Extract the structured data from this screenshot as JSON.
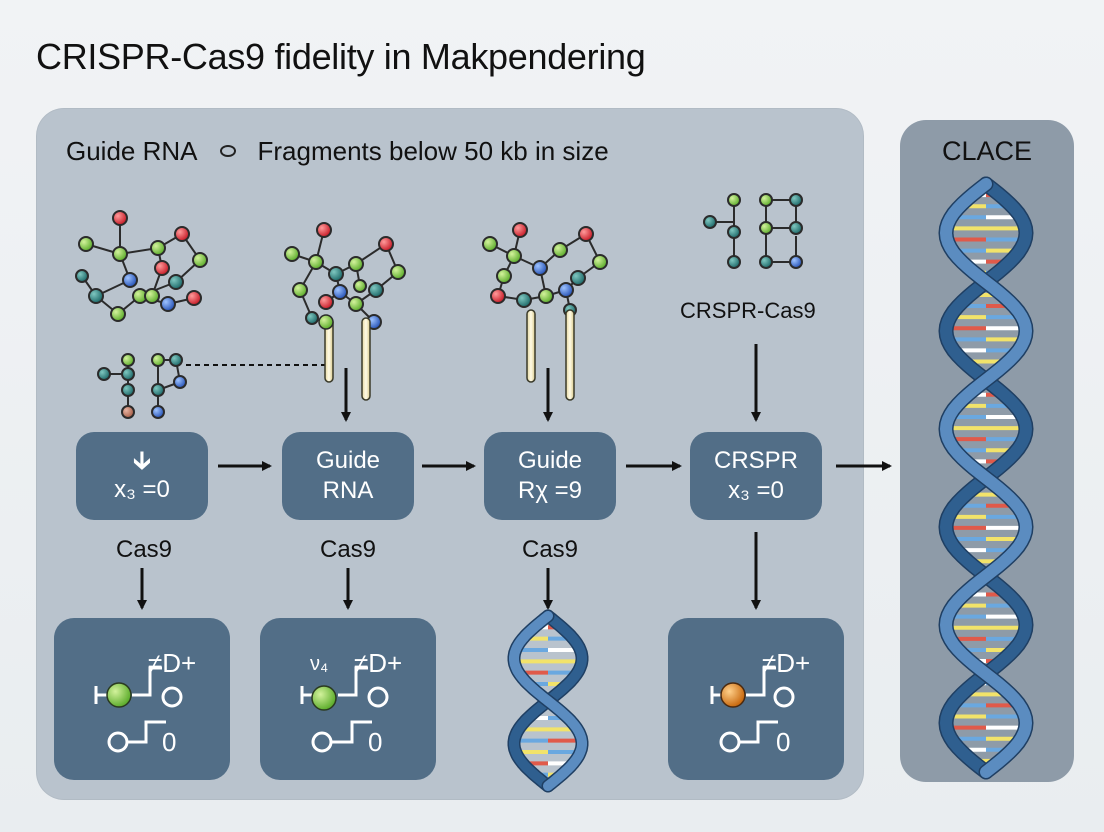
{
  "title": "CRISPR-Cas9 fidelity in Makpendering",
  "legend": {
    "left": "Guide RNA",
    "right": "Fragments below 50 kb in size"
  },
  "right_panel": {
    "title": "CLACE"
  },
  "nodes": [
    {
      "line1": "",
      "line2": "x₃ =0",
      "has_arrow": true
    },
    {
      "line1": "Guide",
      "line2": "RNA"
    },
    {
      "line1": "Guide",
      "line2": "Rχ =9"
    },
    {
      "line1": "CRSPR",
      "line2": "x₃ =0"
    }
  ],
  "node_labels": [
    "Cas9",
    "Cas9",
    "Cas9"
  ],
  "crspr_label": "CRSPR-Cas9",
  "circuit_text": "≠D+",
  "circuit_zero": "0",
  "circuit_mark": "ν₄",
  "colors": {
    "panel": "#b9c3cd",
    "node": "#526e87",
    "dna_dark": "#2f5f8f",
    "dna_light": "#5b8cc0",
    "green_ball": "#7dc242",
    "orange_ball": "#e0922a"
  }
}
